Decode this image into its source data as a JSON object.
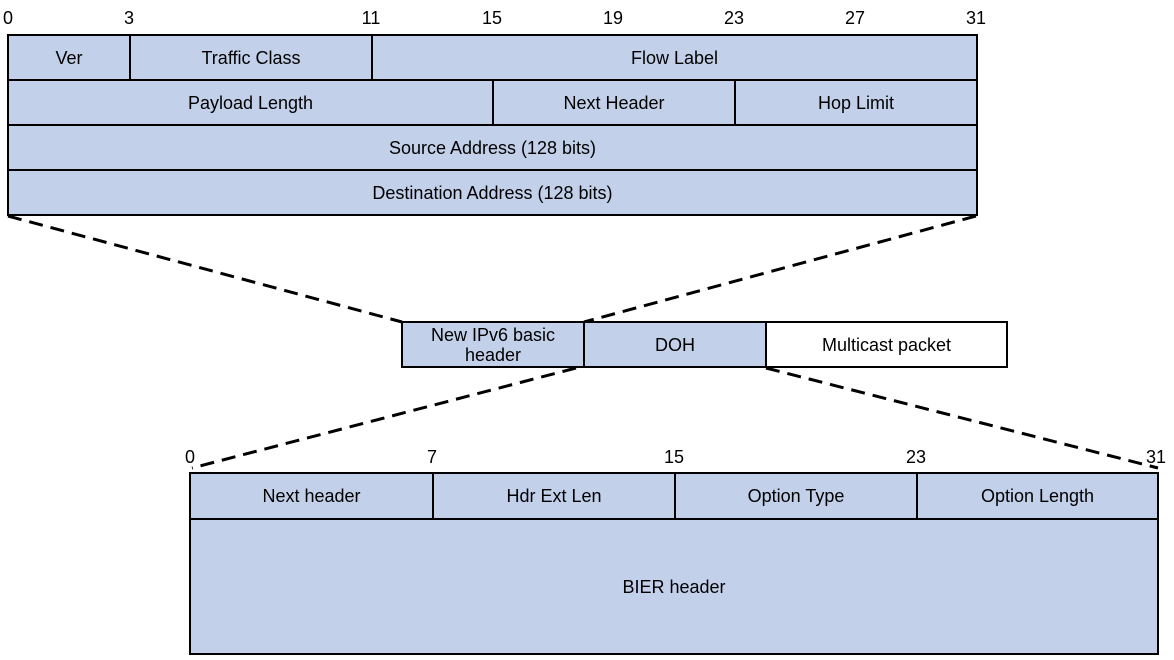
{
  "top_header": {
    "ticks": [
      "0",
      "3",
      "11",
      "15",
      "19",
      "23",
      "27",
      "31"
    ],
    "fields": {
      "ver": "Ver",
      "traffic_class": "Traffic Class",
      "flow_label": "Flow Label",
      "payload_length": "Payload Length",
      "next_header": "Next Header",
      "hop_limit": "Hop Limit",
      "source_address": "Source Address (128 bits)",
      "destination_address": "Destination Address (128 bits)"
    }
  },
  "packet": {
    "new_ipv6_basic_header": "New IPv6 basic header",
    "doh": "DOH",
    "multicast_packet": "Multicast packet"
  },
  "doh_header": {
    "ticks": [
      "0",
      "7",
      "15",
      "23",
      "31"
    ],
    "fields": {
      "next_header": "Next header",
      "hdr_ext_len": "Hdr Ext Len",
      "option_type": "Option Type",
      "option_length": "Option Length",
      "bier_header": "BIER header"
    }
  },
  "colors": {
    "field_fill": "#c3d0ea",
    "border": "#000000",
    "plain_fill": "#ffffff"
  }
}
